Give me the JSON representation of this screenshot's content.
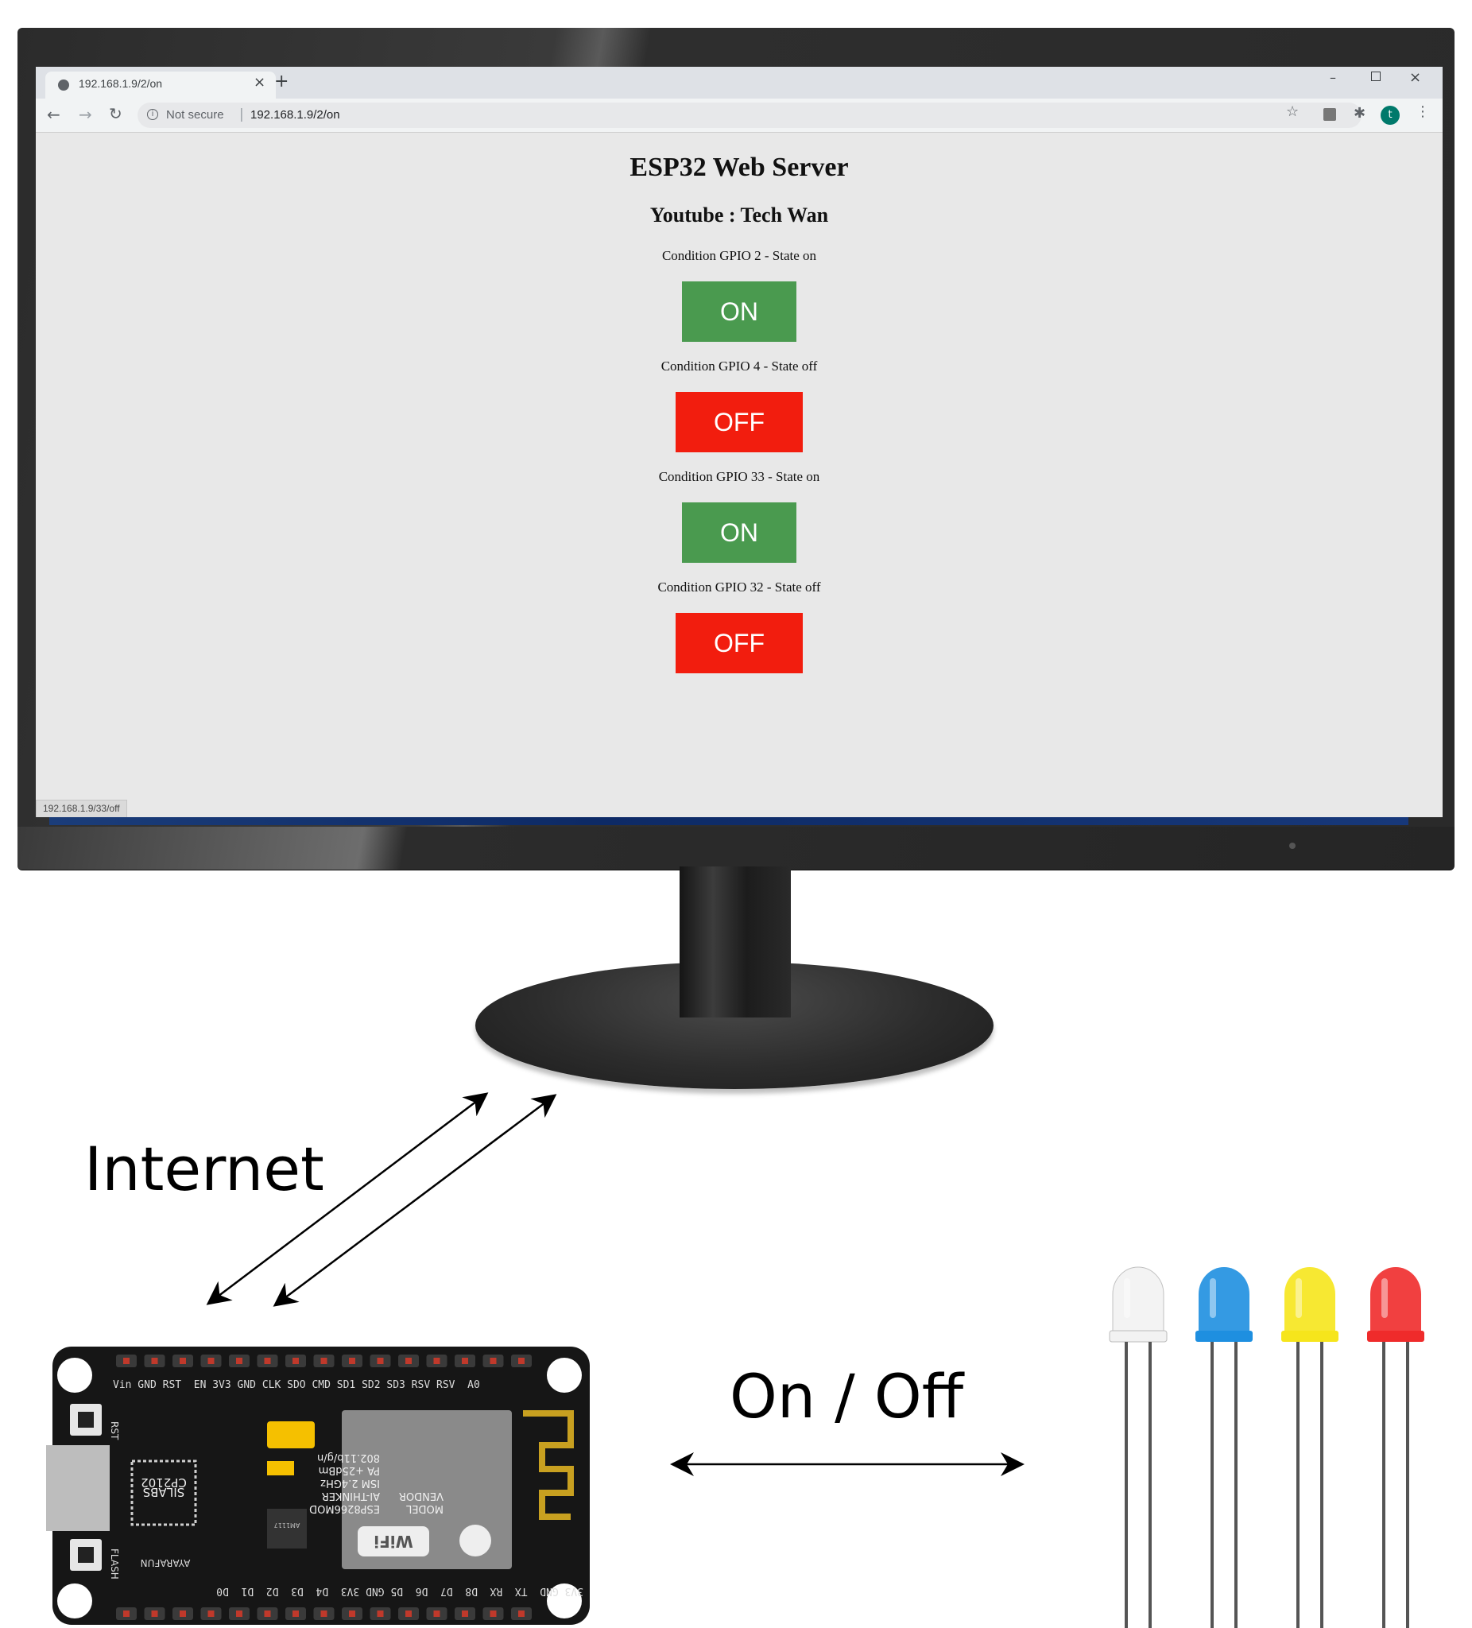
{
  "browser": {
    "tab_title": "192.168.1.9/2/on",
    "security_label": "Not secure",
    "url": "192.168.1.9/2/on",
    "profile_initial": "t",
    "status_bar_link": "192.168.1.9/33/off"
  },
  "page": {
    "title": "ESP32 Web Server",
    "subtitle": "Youtube : Tech Wan",
    "controls": [
      {
        "condition": "Condition GPIO 2 - State on",
        "button": "ON"
      },
      {
        "condition": "Condition GPIO 4 - State off",
        "button": "OFF"
      },
      {
        "condition": "Condition GPIO 33 - State on",
        "button": "ON"
      },
      {
        "condition": "Condition GPIO 32 - State off",
        "button": "OFF"
      }
    ]
  },
  "diagram": {
    "internet_label": "Internet",
    "onoff_label": "On / Off"
  },
  "board": {
    "top_pins": "Vin GND RST  EN 3V3 GND CLK SDO CMD SD1 SD2 SD3 RSV RSV  A0",
    "bottom_pins": "3V3 GND  TX  RX  D8  D7  D6  D5 GND 3V3  D4  D3  D2  D1  D0",
    "rst_label": "RST",
    "flash_label": "FLASH",
    "chip_line1": "SILABS",
    "chip_line2": "CP2102",
    "module_lines": [
      "MODEL",
      "VENDOR",
      "ESP8266MOD",
      "AI-THINKER",
      "ISM 2.4GHz",
      "PA +25dBm",
      "802.11b/g/n"
    ],
    "regulator": "AM1117",
    "brand": "AYARAFUN",
    "wifi_badge": "WiFi"
  },
  "leds": {
    "colors": [
      "#f2f2f2",
      "#1e8fe0",
      "#f6e51c",
      "#ef2b2b"
    ]
  }
}
